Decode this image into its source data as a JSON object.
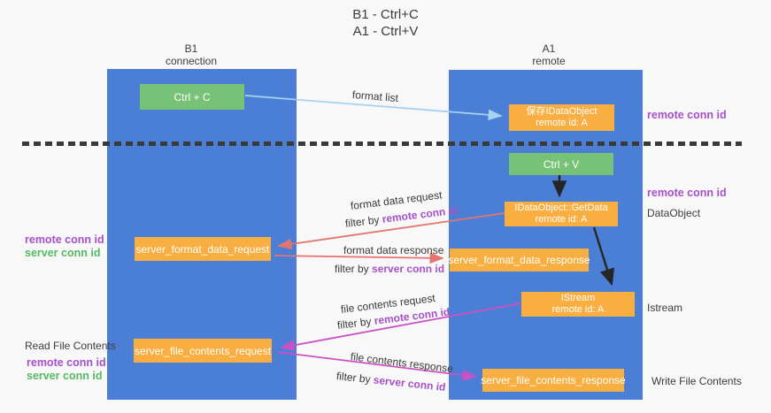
{
  "title": {
    "line1": "B1 - Ctrl+C",
    "line2": "A1 - Ctrl+V"
  },
  "columns": {
    "left": {
      "header_line1": "B1",
      "header_line2": "connection"
    },
    "right": {
      "header_line1": "A1",
      "header_line2": "remote"
    }
  },
  "nodes": {
    "ctrl_c": "Ctrl + C",
    "ctrl_v": "Ctrl + V",
    "save_idataobject": {
      "line1": "保存IDataObject",
      "line2": "remote id: A"
    },
    "idataobject_getdata": {
      "line1": "IDataObject::GetData",
      "line2": "remote id: A"
    },
    "istream": {
      "line1": "IStream",
      "line2": "remote id: A"
    },
    "server_format_data_request": "server_format_data_request",
    "server_format_data_response": "server_format_data_response",
    "server_file_contents_request": "server_file_contents_request",
    "server_file_contents_response": "server_file_contents_response"
  },
  "arrow_labels": {
    "format_list": "format list",
    "format_data_request": "format data request",
    "format_data_response": "format data response",
    "file_contents_request": "file contents request",
    "file_contents_response": "file contents response",
    "filter_by": "filter by",
    "remote_conn_id": "remote conn id",
    "server_conn_id": "server conn id"
  },
  "side_labels": {
    "right_remote_conn_id_top": "remote conn id",
    "right_remote_conn_id_mid": "remote conn id",
    "dataobject": "DataObject",
    "istream": "Istream",
    "write_file_contents": "Write File Contents",
    "left_remote_conn_id_top": "remote conn id",
    "left_server_conn_id_top": "server conn id",
    "read_file_contents": "Read File Contents",
    "left_remote_conn_id_bottom": "remote conn id",
    "left_server_conn_id_bottom": "server conn id"
  },
  "colors": {
    "background": "#f8f8f8",
    "column_blue": "#4b7fd5",
    "box_orange": "#f8ae40",
    "box_green": "#77c277",
    "arrow_salmon": "#e5736f",
    "arrow_magenta": "#cc50c5",
    "arrow_lightblue": "#a5d2f2",
    "arrow_black": "#262626",
    "text_purple": "#a650c8",
    "text_green": "#55b962"
  }
}
